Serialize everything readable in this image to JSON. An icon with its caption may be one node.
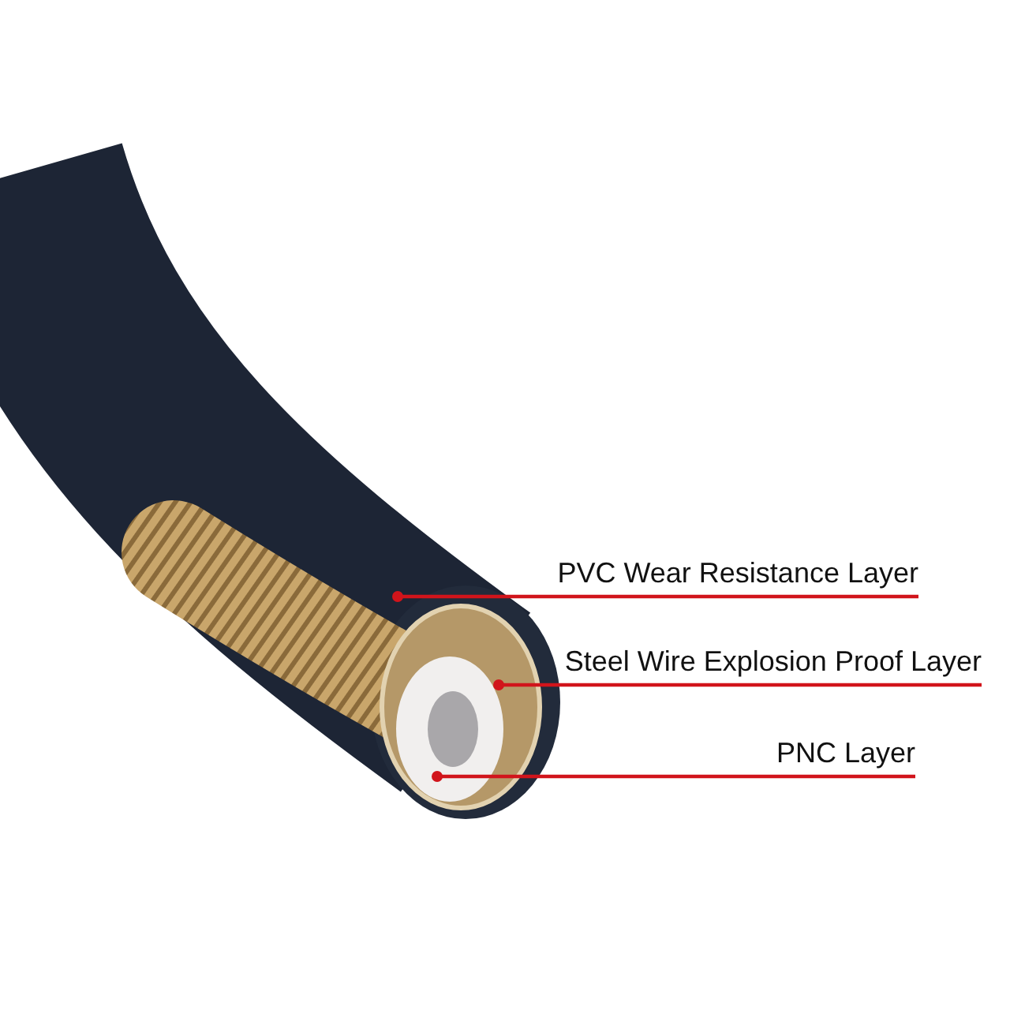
{
  "diagram": {
    "nodes": [
      {
        "text": [
          "PVC Wear Resistance Layer"
        ]
      },
      {
        "text": [],
        "shape": "picture"
      },
      {
        "text": [
          "Steel Wire Explosion Proof Layer"
        ]
      },
      {
        "text": [],
        "shape": "picture",
        "in": 1
      },
      {
        "text": [
          "PNC Layer"
        ]
      },
      {
        "text": [],
        "shape": "picture",
        "in": 3
      }
    ],
    "edges": [
      {
        "from": 0,
        "to": 1,
        "arrow": "other"
      },
      {
        "from": 2,
        "to": 3,
        "arrow": "other"
      },
      {
        "from": 4,
        "to": 5,
        "arrow": "other"
      }
    ]
  }
}
